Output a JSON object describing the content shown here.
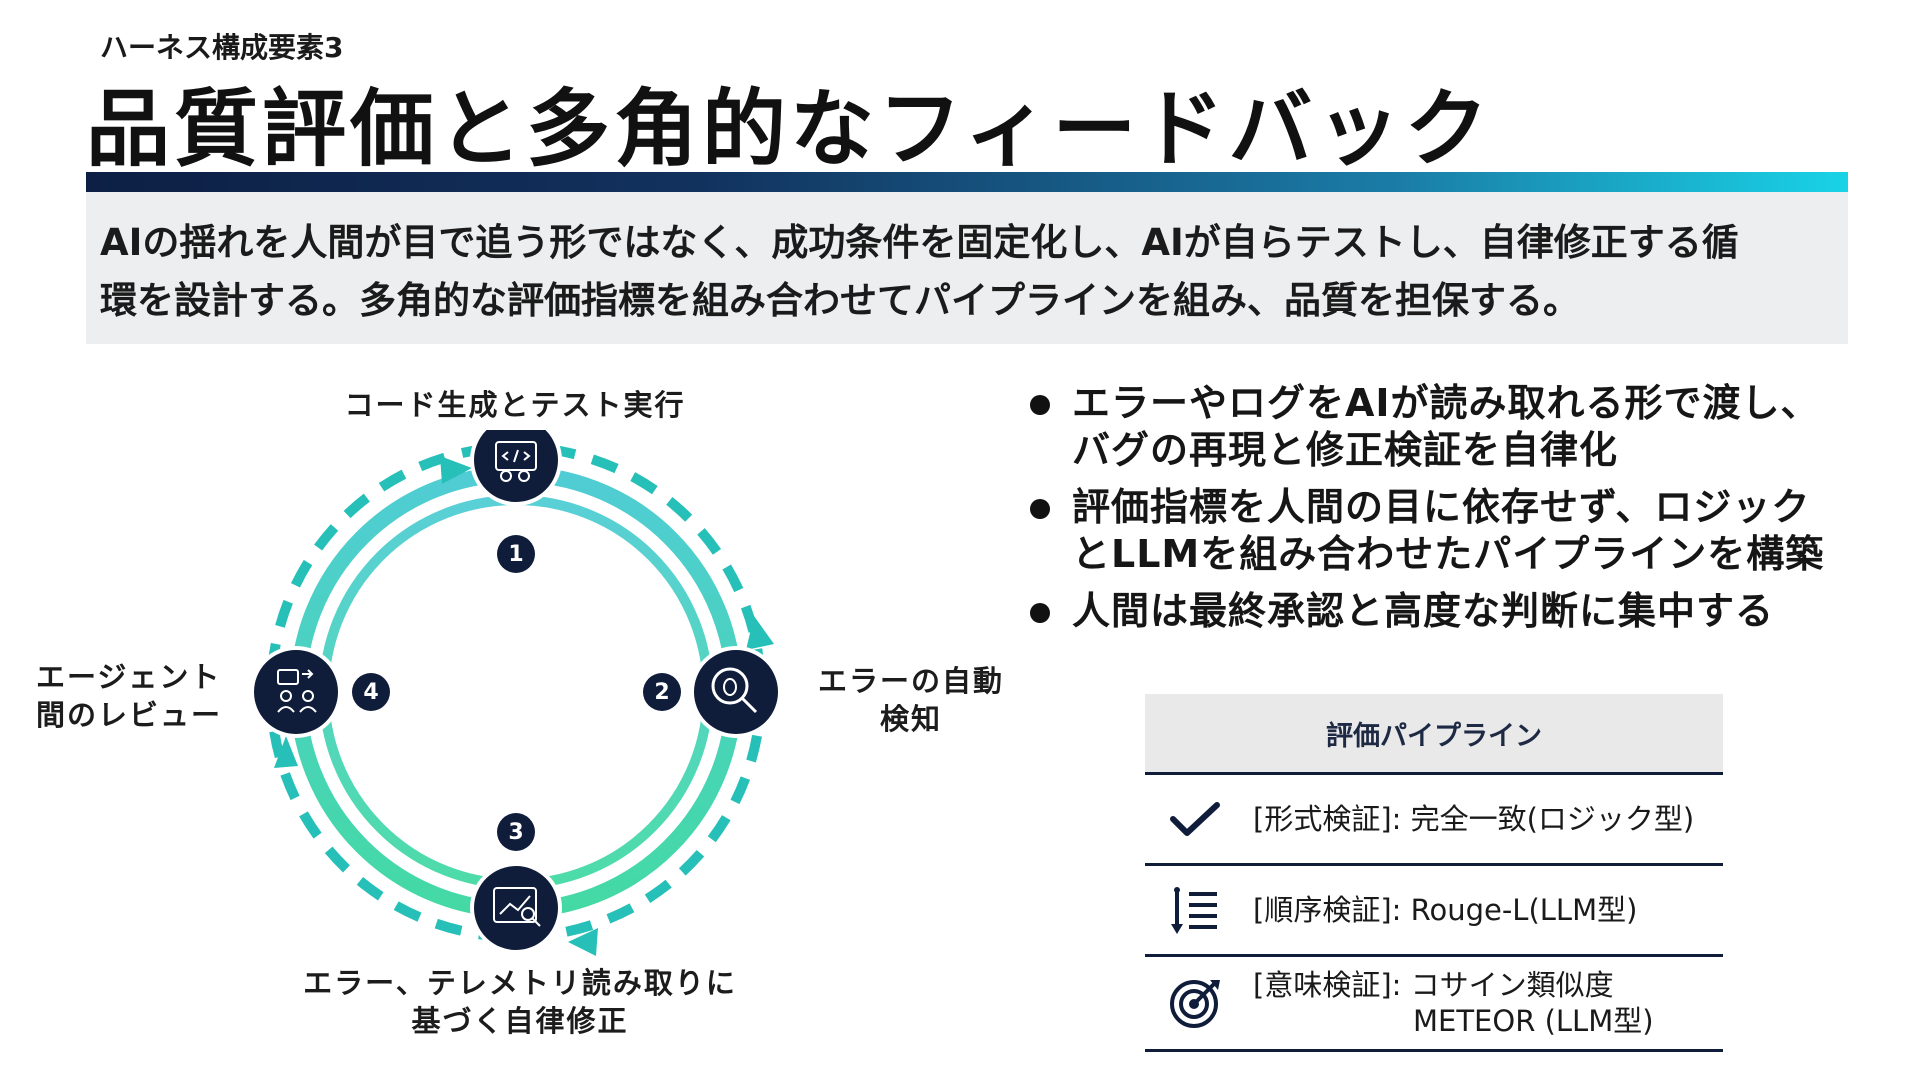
{
  "header": {
    "subtitle": "ハーネス構成要素3",
    "title": "品質評価と多角的なフィードバック"
  },
  "lead": {
    "line1": "AIの揺れを人間が目で追う形ではなく、成功条件を固定化し、AIが自らテストし、自律修正する循",
    "line2": "環を設計する。多角的な評価指標を組み合わせてパイプラインを組み、品質を担保する。"
  },
  "cycle": {
    "steps": [
      {
        "number": "1",
        "label": "コード生成とテスト実行",
        "icon": "code-gear-icon"
      },
      {
        "number": "2",
        "label_line1": "エラーの自動",
        "label_line2": "検知",
        "icon": "bug-magnifier-icon"
      },
      {
        "number": "3",
        "label_line1": "エラー、テレメトリ読み取りに",
        "label_line2": "基づく自律修正",
        "icon": "chart-analysis-icon"
      },
      {
        "number": "4",
        "label_line1": "エージェント",
        "label_line2": "間のレビュー",
        "icon": "chat-users-icon"
      }
    ],
    "colors": {
      "node": "#0f1d3a",
      "ring": "#2ec7b4",
      "ring_light": "#4fd0c9",
      "arrow": "#27c0b8"
    }
  },
  "bullets": [
    {
      "line1": "エラーやログをAIが読み取れる形で渡し、",
      "line2": "バグの再現と修正検証を自律化"
    },
    {
      "line1": "評価指標を人間の目に依存せず、ロジック",
      "line2": "とLLMを組み合わせたパイプラインを構築"
    },
    {
      "line1": "人間は最終承認と高度な判断に集中する",
      "line2": ""
    }
  ],
  "pipeline": {
    "header": "評価パイプライン",
    "rows": [
      {
        "icon": "checkmark-icon",
        "text": "[形式検証]: 完全一致(ロジック型)"
      },
      {
        "icon": "ordered-list-icon",
        "text": "[順序検証]: Rouge-L(LLM型)"
      },
      {
        "icon": "target-icon",
        "text_line1": "[意味検証]: コサイン類似度",
        "text_line2": "METEOR (LLM型)"
      }
    ]
  }
}
